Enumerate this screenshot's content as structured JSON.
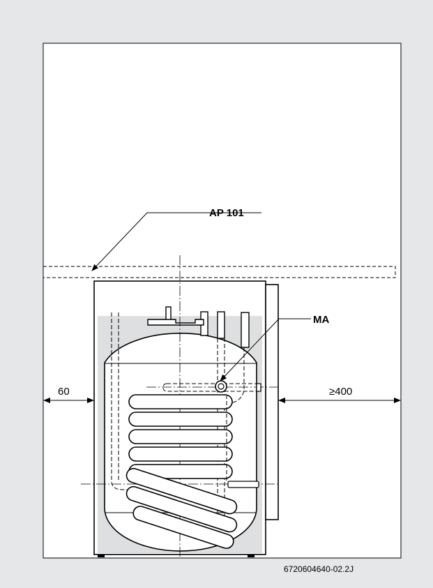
{
  "labels": {
    "accessory": "AP 101",
    "anode": "MA",
    "clearance_left": "60",
    "clearance_right": "≥400",
    "figure_code": "6720604640-02.2J"
  },
  "colors": {
    "background": "#e6e7e8",
    "panel": "#ffffff",
    "water_fill": "#dedfe0",
    "line": "#000000"
  }
}
